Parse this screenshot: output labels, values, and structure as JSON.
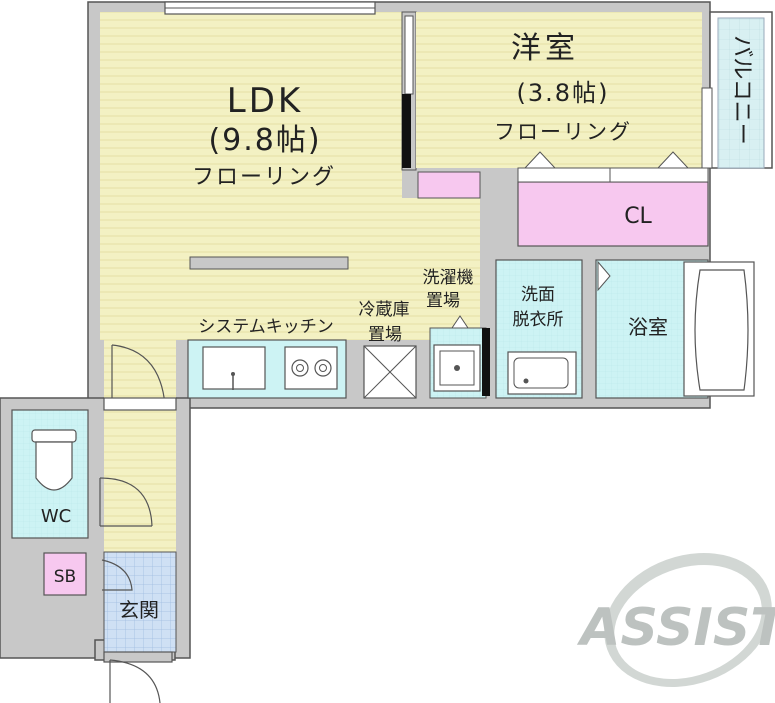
{
  "rooms": {
    "ldk": {
      "name": "LDK",
      "size": "(9.8帖)",
      "floor": "フローリング"
    },
    "bedroom": {
      "name": "洋室",
      "size": "(3.8帖)",
      "floor": "フローリング"
    },
    "balcony": {
      "name": "バルコニー"
    },
    "closet": {
      "name": "CL"
    },
    "washer": {
      "line1": "洗濯機",
      "line2": "置場"
    },
    "fridge": {
      "line1": "冷蔵庫",
      "line2": "置場"
    },
    "kitchen": {
      "name": "システムキッチン"
    },
    "washroom": {
      "line1": "洗面",
      "line2": "脱衣所"
    },
    "bath": {
      "name": "浴室"
    },
    "toilet": {
      "name": "WC"
    },
    "shoebox": {
      "name": "SB"
    },
    "entrance": {
      "name": "玄関"
    }
  },
  "watermark": {
    "text": "ASSIST"
  },
  "colors": {
    "flooring": "#f3f1c3",
    "wet_area": "#cdf3f4",
    "closet": "#f7c8ef",
    "entrance_tile": "#cfe0f4",
    "wall": "#c8c8c8",
    "wall_outline": "#555555"
  }
}
